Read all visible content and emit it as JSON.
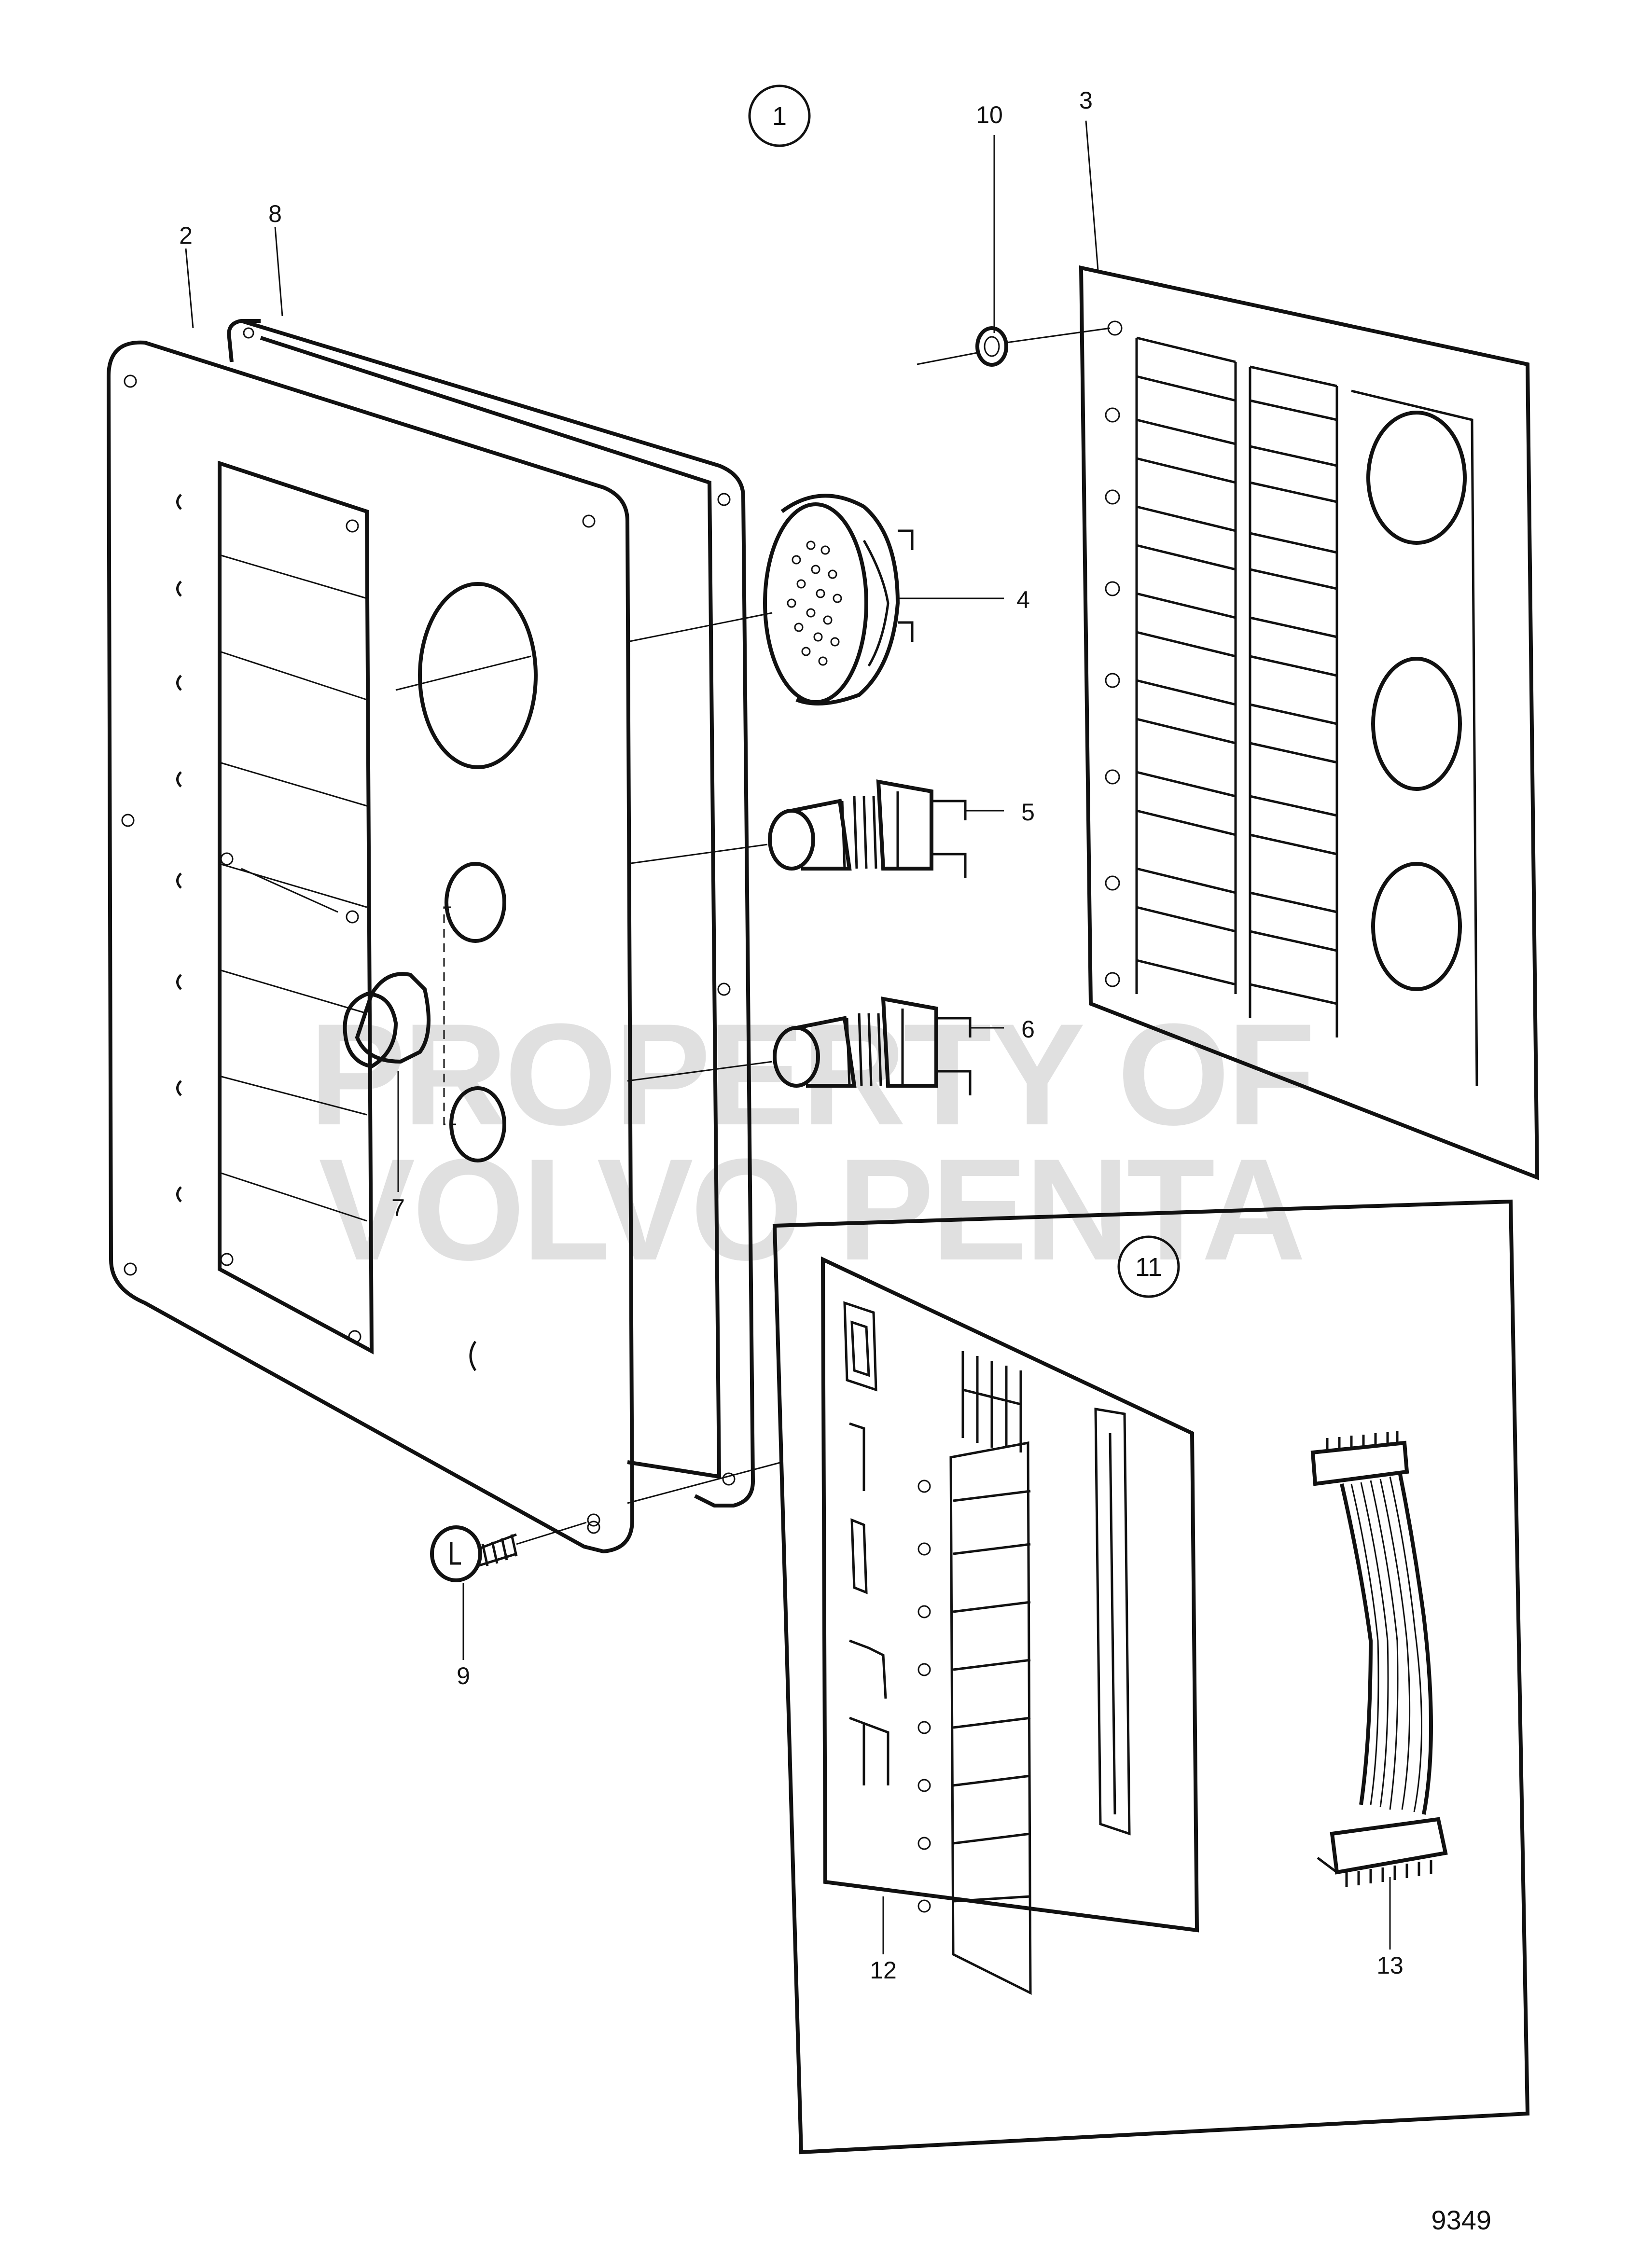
{
  "figure_number": "9349",
  "watermark": {
    "line1": "PROPERTY OF",
    "line2": "VOLVO PENTA"
  },
  "callouts": {
    "c1": "1",
    "c2": "2",
    "c3": "3",
    "c4": "4",
    "c5": "5",
    "c6": "6",
    "c7": "7",
    "c8": "8",
    "c9": "9",
    "c10": "10",
    "c11": "11",
    "c12": "12",
    "c13": "13"
  }
}
